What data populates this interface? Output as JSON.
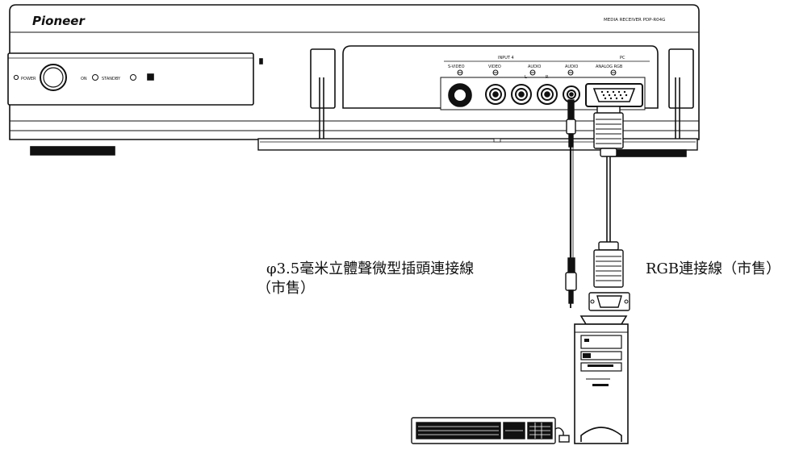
{
  "receiver": {
    "brand": "Pioneer",
    "model": "MEDIA RECEIVER  PDP-R04G",
    "power": "POWER",
    "on": "ON",
    "standby": "STANDBY",
    "input4": "INPUT 4",
    "pc": "PC",
    "svideo": "S-VIDEO",
    "video": "VIDEO",
    "audio_in4": "AUDIO",
    "l": "L",
    "r": "R",
    "audio_pc": "AUDIO",
    "analog_rgb": "ANALOG RGB"
  },
  "labels": {
    "audio_cable_line1": "φ3.5毫米立體聲微型插頭連接線",
    "audio_cable_line2": "（市售）",
    "rgb_cable": "RGB連接線（市售）"
  },
  "colors": {
    "line": "#111111",
    "fill": "#ffffff",
    "shade": "#d9d9d9"
  }
}
